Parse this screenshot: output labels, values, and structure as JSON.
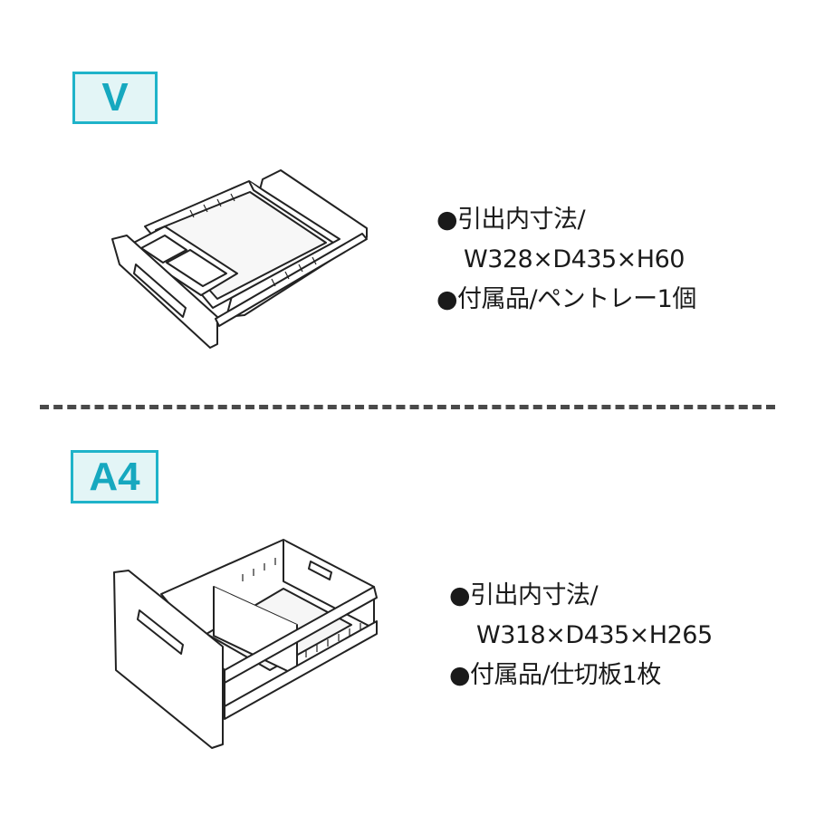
{
  "sections": [
    {
      "badge": "V",
      "spec_line1": "●引出内寸法/",
      "spec_line2": "W328×D435×H60",
      "spec_line3": "●付属品/ペントレー1個",
      "icon": "shallow-drawer-with-pen-tray-illustration"
    },
    {
      "badge": "A4",
      "spec_line1": "●引出内寸法/",
      "spec_line2": "W318×D435×H265",
      "spec_line3": "●付属品/仕切板1枚",
      "icon": "deep-file-drawer-with-divider-illustration"
    }
  ],
  "colors": {
    "badge_border": "#1fb3c9",
    "badge_fill": "#e3f5f6",
    "badge_text": "#16a8bf",
    "divider": "#4a4a4a"
  }
}
